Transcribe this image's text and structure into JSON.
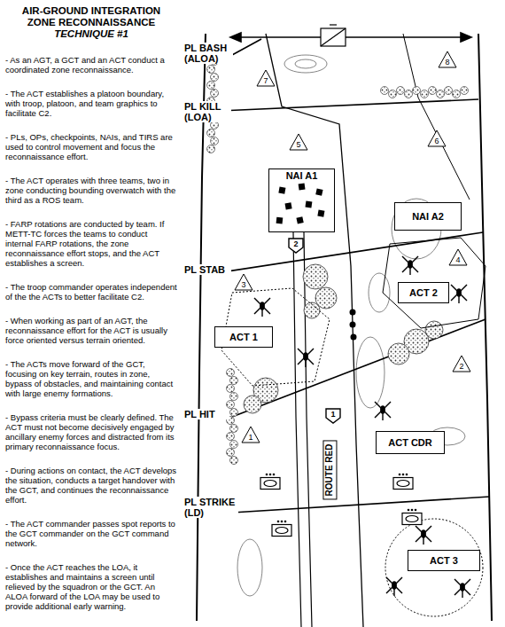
{
  "diagram": {
    "title": "AIR-GROUND INTEGRATION ZONE RECONNAISSANCE",
    "nodes": [
      {
        "text": [
          "8"
        ]
      },
      {
        "text": [
          "7"
        ]
      },
      {
        "text": [
          "5"
        ]
      },
      {
        "text": [
          "6"
        ]
      },
      {
        "text": [
          "NAI A1"
        ]
      },
      {
        "text": [
          "NAI A2"
        ]
      },
      {
        "text": [
          "2"
        ]
      },
      {
        "text": [
          "4"
        ]
      },
      {
        "text": [
          "3"
        ]
      },
      {
        "text": [
          "ACT 2"
        ]
      },
      {
        "text": [
          "ACT 1"
        ]
      },
      {
        "text": [
          "2"
        ]
      },
      {
        "text": [
          "1"
        ]
      },
      {
        "text": [
          "1"
        ]
      },
      {
        "text": [
          "ACT CDR"
        ]
      },
      {
        "text": [
          "ACT 3"
        ]
      }
    ],
    "labels": [
      "TECHNIQUE #1",
      "- As an AGT, a GCT and an ACT conduct a coordinated zone reconnaissance.",
      "- The ACT establishes a platoon boundary, with troop, platoon, and team graphics to facilitate C2.",
      "- PLs, OPs, checkpoints, NAIs, and TIRS are used to control movement and focus the reconnaissance effort.",
      "- The ACT operates with three teams, two in zone conducting bounding overwatch with the third as a ROS team.",
      "- FARP rotations are conducted by team. If METT-TC forces the teams to conduct internal FARP rotations, the zone reconnaissance effort stops, and the ACT establishes a screen.",
      "- The troop commander operates independent of the the ACTs to better facilitate C2.",
      "- When working as part of an AGT, the reconnaissance effort for the ACT is usually force oriented versus terrain oriented.",
      "- The ACTs move forward of the GCT, focusing on key terrain, routes in zone, bypass of obstacles, and maintaining contact with large enemy formations.",
      "- Bypass criteria must be clearly defined. The ACT must not become decisively engaged by ancillary enemy forces and distracted from its primary reconnaissance focus.",
      "- During actions on contact, the ACT develops the situation, conducts a target handover with the GCT, and continues the reconnaissance effort.",
      "- The ACT commander passes spot reports to the GCT commander on the GCT command network.",
      "- Once the ACT reaches the LOA, it establishes and maintains a screen until relieved by the squadron or the GCT. An ALOA forward of the LOA may be used to provide additional early warning.",
      "PL BASH (ALOA)",
      "PL KILL (LOA)",
      "PL STAB",
      "PL HIT",
      "PL STRIKE (LD)",
      "ROUTE RED"
    ]
  }
}
